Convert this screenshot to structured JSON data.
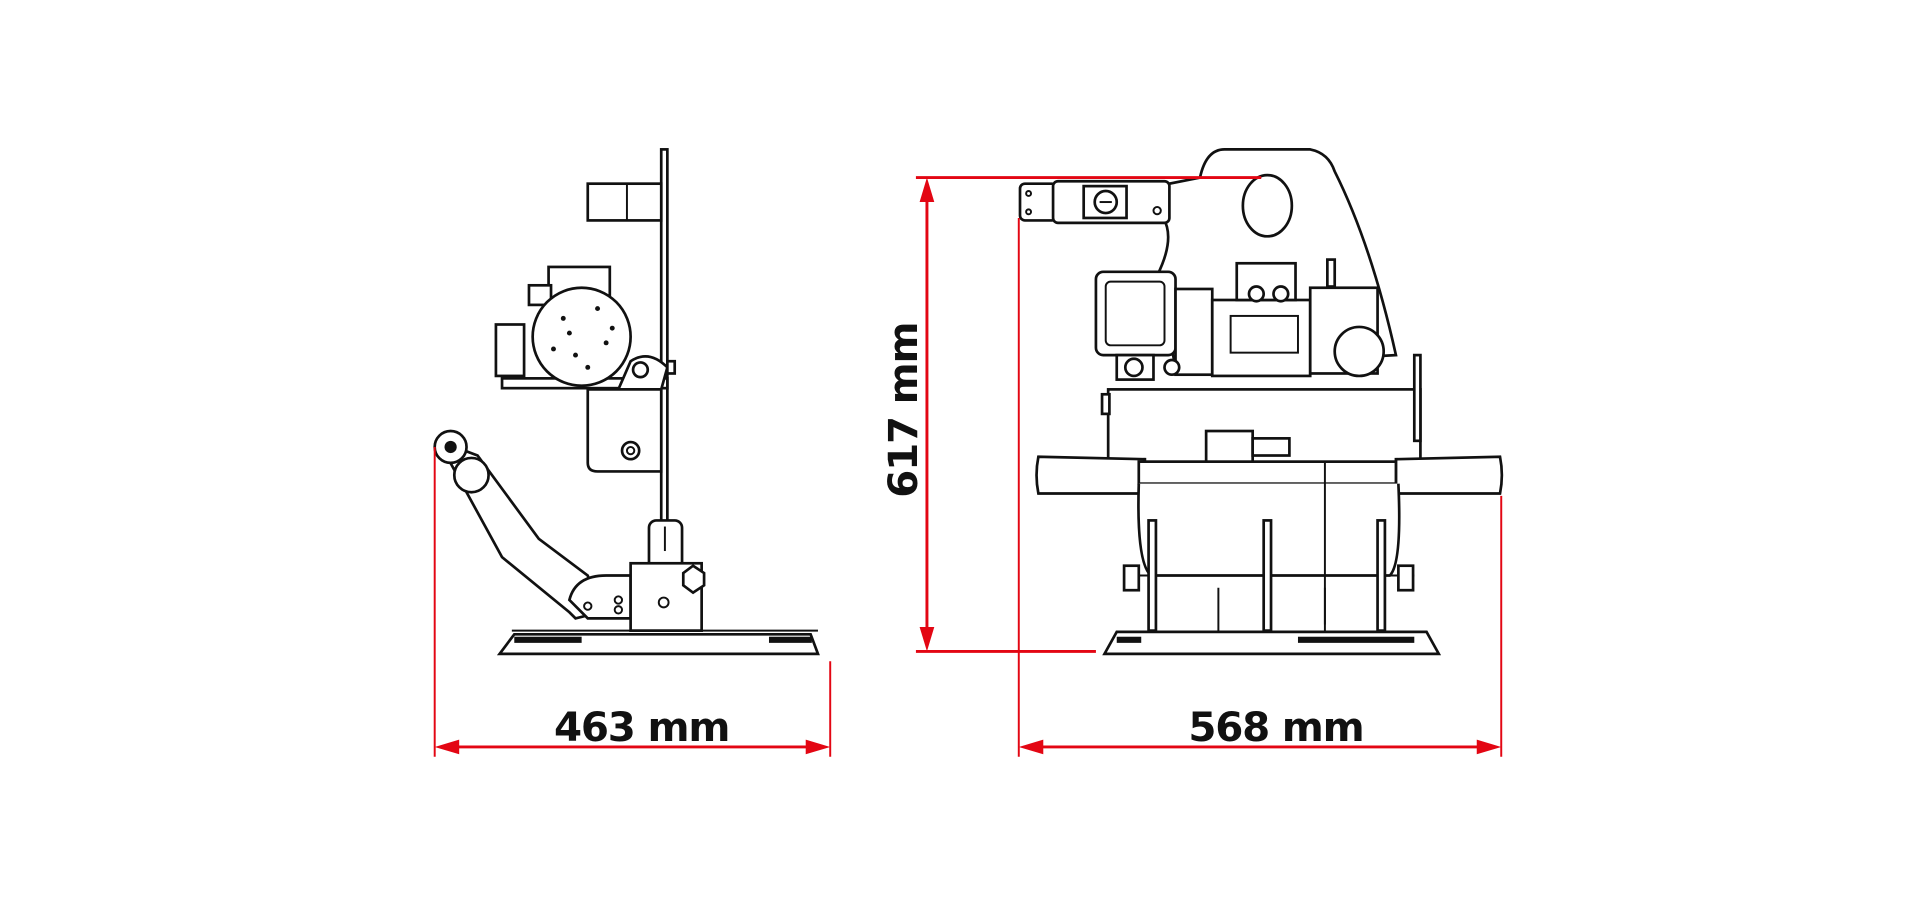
{
  "dimensions": {
    "depth_label": "463 mm",
    "height_label": "617 mm",
    "width_label": "568 mm"
  },
  "colors": {
    "dimension_line": "#e30613",
    "drawing_line": "#111111"
  },
  "views": [
    "side-view",
    "front-view"
  ]
}
